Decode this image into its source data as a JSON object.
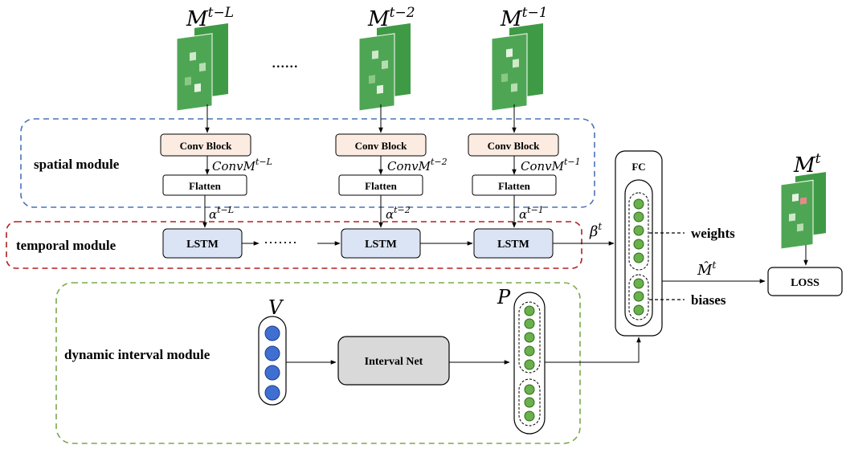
{
  "frames": {
    "m_t_minus_L": "M",
    "m_t_minus_L_sup": "t−L",
    "m_t_minus_2": "M",
    "m_t_minus_2_sup": "t−2",
    "m_t_minus_1": "M",
    "m_t_minus_1_sup": "t−1",
    "m_t": "M",
    "m_t_sup": "t",
    "ellipsis": "......"
  },
  "modules": {
    "spatial": "spatial module",
    "temporal": "temporal module",
    "dynamic_interval": "dynamic interval module"
  },
  "blocks": {
    "conv_block": "Conv Block",
    "flatten": "Flatten",
    "lstm": "LSTM",
    "fc": "FC",
    "interval_net": "Interval Net",
    "loss": "LOSS"
  },
  "labels": {
    "conv": "Conv",
    "conv_m": "M",
    "sup_t_minus_L": "t−L",
    "sup_t_minus_2": "t−2",
    "sup_t_minus_1": "t−1",
    "alpha": "α",
    "beta": "β",
    "beta_sup": "t",
    "m_hat": "M̂",
    "m_hat_sup": "t",
    "v": "V",
    "p": "P",
    "weights": "weights",
    "biases": "biases",
    "lstm_dots": "·······"
  },
  "colors": {
    "green_node": "#6ab04c",
    "blue_node": "#3f6fd1",
    "conv_fill": "#fcebe0",
    "lstm_fill": "#dbe4f4",
    "interval_fill": "#d9d9d9",
    "spatial_border": "#4a72b8",
    "temporal_border": "#b02020",
    "dynamic_border": "#7aaa4a"
  }
}
